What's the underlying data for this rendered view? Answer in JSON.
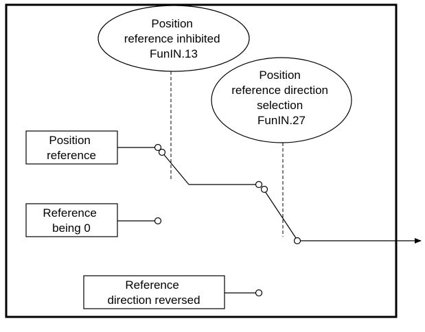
{
  "diagram": {
    "callouts": {
      "inhibit": {
        "line1": "Position",
        "line2": "reference inhibited",
        "line3": "FunIN.13"
      },
      "direction": {
        "line1": "Position",
        "line2": "reference direction",
        "line3": "selection",
        "line4": "FunIN.27"
      }
    },
    "inputs": {
      "position_reference": {
        "line1": "Position",
        "line2": "reference"
      },
      "reference_zero": {
        "line1": "Reference",
        "line2": "being 0"
      },
      "reference_reversed": {
        "line1": "Reference",
        "line2": "direction reversed"
      }
    }
  }
}
